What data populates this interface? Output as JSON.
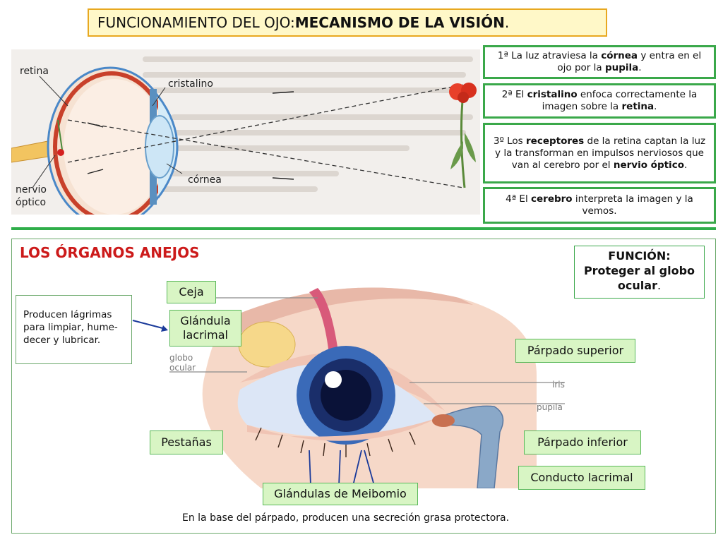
{
  "title": {
    "normal": "FUNCIONAMIENTO DEL OJO: ",
    "bold": "MECANISMO DE LA VISIÓN",
    "end": "."
  },
  "eye_labels": {
    "retina": "retina",
    "cristalino": "cristalino",
    "cornea": "córnea",
    "nervio": "nervio",
    "optico": "óptico"
  },
  "steps": [
    {
      "parts": [
        [
          "1ª La luz atraviesa la ",
          false
        ],
        [
          "córnea",
          true
        ],
        [
          " y entra en el ojo por la ",
          false
        ],
        [
          "pupila",
          true
        ],
        [
          ".",
          false
        ]
      ]
    },
    {
      "parts": [
        [
          "2ª El ",
          false
        ],
        [
          "cristalino",
          true
        ],
        [
          " enfoca correctamente la imagen sobre la ",
          false
        ],
        [
          "retina",
          true
        ],
        [
          ".",
          false
        ]
      ]
    },
    {
      "parts": [
        [
          "3º Los ",
          false
        ],
        [
          "receptores",
          true
        ],
        [
          " de la retina captan la luz y la transforman en impulsos nerviosos que van al cerebro por el ",
          false
        ],
        [
          "nervio óptico",
          true
        ],
        [
          ".",
          false
        ]
      ]
    },
    {
      "parts": [
        [
          "4ª El ",
          false
        ],
        [
          "cerebro",
          true
        ],
        [
          " interpreta la imagen y la vemos.",
          false
        ]
      ]
    }
  ],
  "section_title": "LOS ÓRGANOS ANEJOS",
  "function_box": {
    "line1": "FUNCIÓN:",
    "line2": "Proteger al globo ocular",
    "end": "."
  },
  "tears_note": {
    "line1": "Producen lágrimas",
    "line2": "para limpiar, hume-",
    "line3": "decer y lubricar."
  },
  "labels": {
    "ceja": "Ceja",
    "glandula_lacrimal_1": "Glándula",
    "glandula_lacrimal_2": "lacrimal",
    "parpado_superior": "Párpado superior",
    "pestanas": "Pestañas",
    "parpado_inferior": "Párpado inferior",
    "conducto_lacrimal": "Conducto lacrimal",
    "meibomio": "Glándulas de Meibomio"
  },
  "image_labels": {
    "globo": "globo",
    "ocular": "ocular",
    "iris": "iris",
    "pupila": "pupila"
  },
  "meibomio_note": "En la base del párpado, producen una secreción grasa protectora.",
  "colors": {
    "green": "#3aa84a",
    "title_bg": "#fff8c8",
    "title_border": "#e8a820",
    "label_bg": "#d8f5c4",
    "red_heading": "#cc1a1a"
  }
}
